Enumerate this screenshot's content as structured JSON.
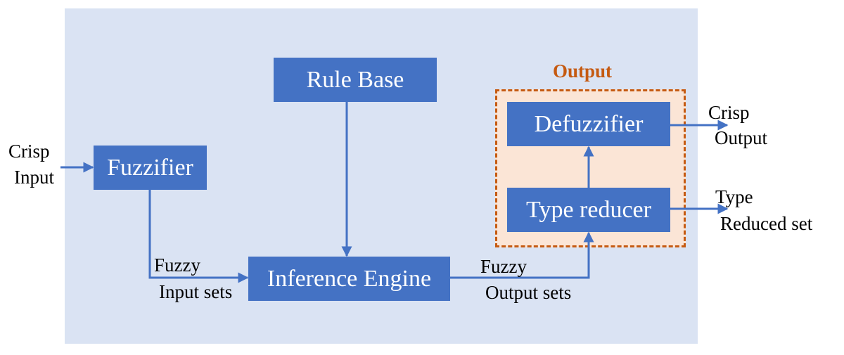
{
  "colors": {
    "panel_bg": "#dae3f3",
    "block_fill": "#4472c4",
    "block_text": "#ffffff",
    "arrow": "#4472c4",
    "output_group_fill": "#fbe5d6",
    "output_group_border": "#c55a11"
  },
  "blocks": {
    "rule_base": "Rule Base",
    "fuzzifier": "Fuzzifier",
    "inference_engine": "Inference Engine",
    "defuzzifier": "Defuzzifier",
    "type_reducer": "Type reducer"
  },
  "output_group": {
    "title": "Output"
  },
  "labels": {
    "crisp_input": [
      "Crisp",
      "Input"
    ],
    "fuzzy_input_sets": [
      "Fuzzy",
      "Input sets"
    ],
    "fuzzy_output_sets": [
      "Fuzzy",
      "Output sets"
    ],
    "crisp_output": [
      "Crisp",
      "Output"
    ],
    "type_reduced_set": [
      "Type",
      "Reduced set"
    ]
  }
}
